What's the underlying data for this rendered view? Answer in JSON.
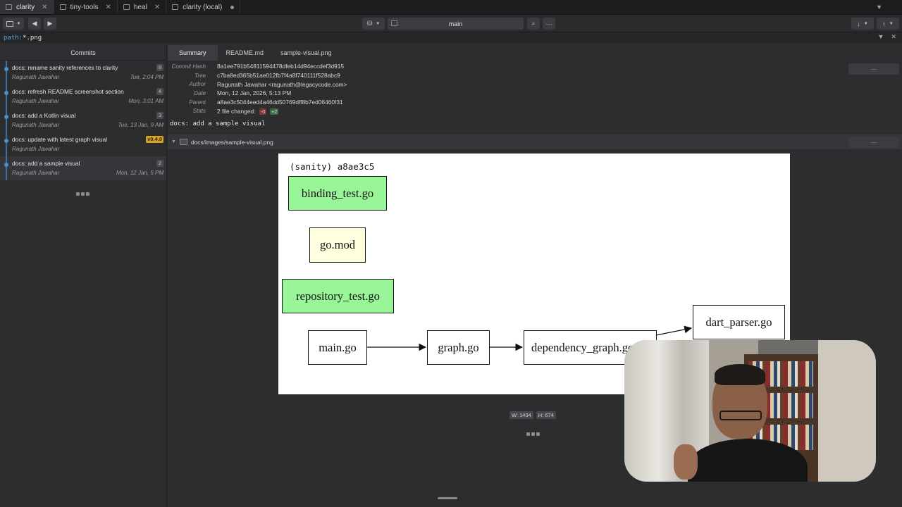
{
  "tabs": [
    {
      "label": "clarity",
      "active": true,
      "marker": "close"
    },
    {
      "label": "tiny-tools",
      "active": false,
      "marker": "close"
    },
    {
      "label": "heal",
      "active": false,
      "marker": "close"
    },
    {
      "label": "clarity (local)",
      "active": false,
      "marker": "dot"
    }
  ],
  "toolbar": {
    "branch": "main"
  },
  "pathbar": {
    "key": "path:",
    "value": "*.png"
  },
  "left": {
    "header": "Commits",
    "commits": [
      {
        "message": "docs: rename sanity references to clarity",
        "author": "Ragunath Jawahar",
        "date": "Tue, 2:04 PM",
        "badge": "9",
        "tag": false,
        "selected": false
      },
      {
        "message": "docs: refresh README screenshot section",
        "author": "Ragunath Jawahar",
        "date": "Mon, 3:01 AM",
        "badge": "4",
        "tag": false,
        "selected": false
      },
      {
        "message": "docs: add a Kotlin visual",
        "author": "Ragunath Jawahar",
        "date": "Tue, 13 Jan, 9 AM",
        "badge": "3",
        "tag": false,
        "selected": false
      },
      {
        "message": "docs: update with latest graph visual",
        "author": "Ragunath Jawahar",
        "date": "",
        "badge": "v0.4.0",
        "tag": true,
        "selected": false
      },
      {
        "message": "docs: add a sample visual",
        "author": "Ragunath Jawahar",
        "date": "Mon, 12 Jan, 5 PM",
        "badge": "2",
        "tag": false,
        "selected": true
      }
    ]
  },
  "detail_tabs": [
    "Summary",
    "README.md",
    "sample-visual.png"
  ],
  "summary": {
    "rows": [
      {
        "key": "Commit Hash",
        "value": "8a1ee791b54811594478dfeb14d94eccdef3d915"
      },
      {
        "key": "Tree",
        "value": "c7ba8ed365b51ae012fb7f4a8f740111f528abc9"
      },
      {
        "key": "Author",
        "value": "Ragunath Jawahar <ragunath@legacycode.com>"
      },
      {
        "key": "Date",
        "value": "Mon, 12 Jan, 2026, 5:13 PM"
      },
      {
        "key": "Parent",
        "value": "a8ae3c5044eed4a46dd50769dff8b7ed06460f31"
      }
    ],
    "stats_key": "Stats",
    "stats_value": "2 file changed:",
    "deletions": "-0",
    "additions": "+2",
    "title": "docs: add a sample visual",
    "more": "···"
  },
  "file": {
    "path": "docs/images/sample-visual.png",
    "more": "···"
  },
  "diagram": {
    "title": "(sanity) a8ae3c5",
    "nodes": {
      "binding": "binding_test.go",
      "gomod": "go.mod",
      "repo": "repository_test.go",
      "main": "main.go",
      "graph": "graph.go",
      "depgraph": "dependency_graph.go",
      "dart": "dart_parser.go"
    },
    "colors": {
      "green": "#98f598",
      "yellow": "#ffffe0",
      "white": "#ffffff"
    }
  },
  "image_dims": {
    "width": "W: 1434",
    "height": "H: 674"
  }
}
